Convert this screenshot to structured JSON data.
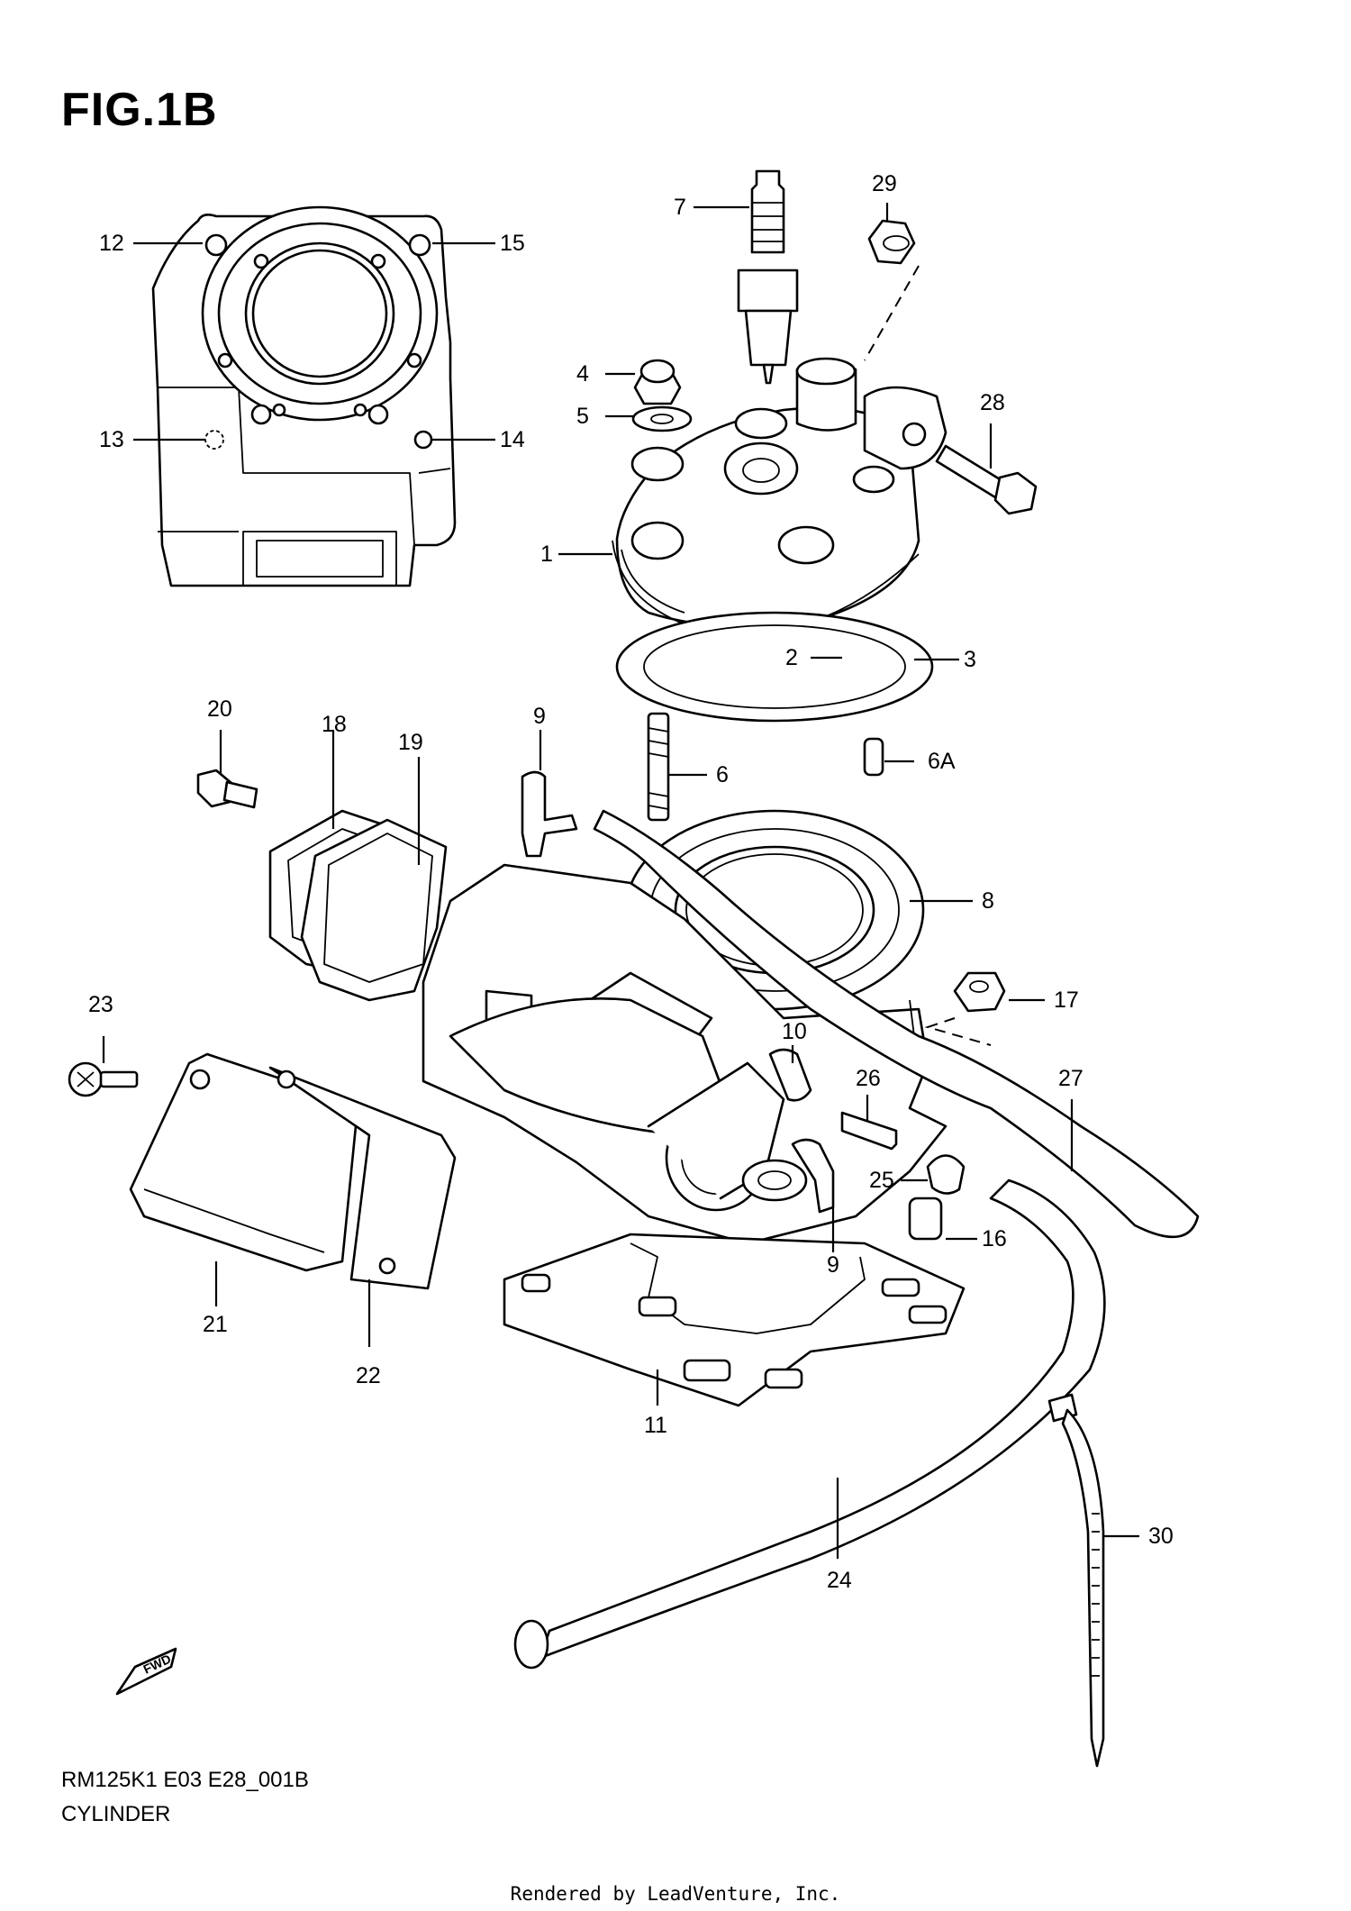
{
  "figure": {
    "title": "FIG.1B",
    "code": "RM125K1 E03 E28_001B",
    "name": "CYLINDER",
    "rendered_by": "Rendered by LeadVenture, Inc.",
    "fwd_label": "FWD"
  },
  "callouts": [
    "1",
    "2",
    "3",
    "4",
    "5",
    "6",
    "6A",
    "7",
    "8",
    "9",
    "9",
    "10",
    "11",
    "12",
    "13",
    "14",
    "15",
    "16",
    "17",
    "18",
    "19",
    "20",
    "21",
    "22",
    "23",
    "24",
    "25",
    "26",
    "27",
    "28",
    "29",
    "30"
  ],
  "colors": {
    "line": "#000000",
    "background": "#ffffff"
  }
}
